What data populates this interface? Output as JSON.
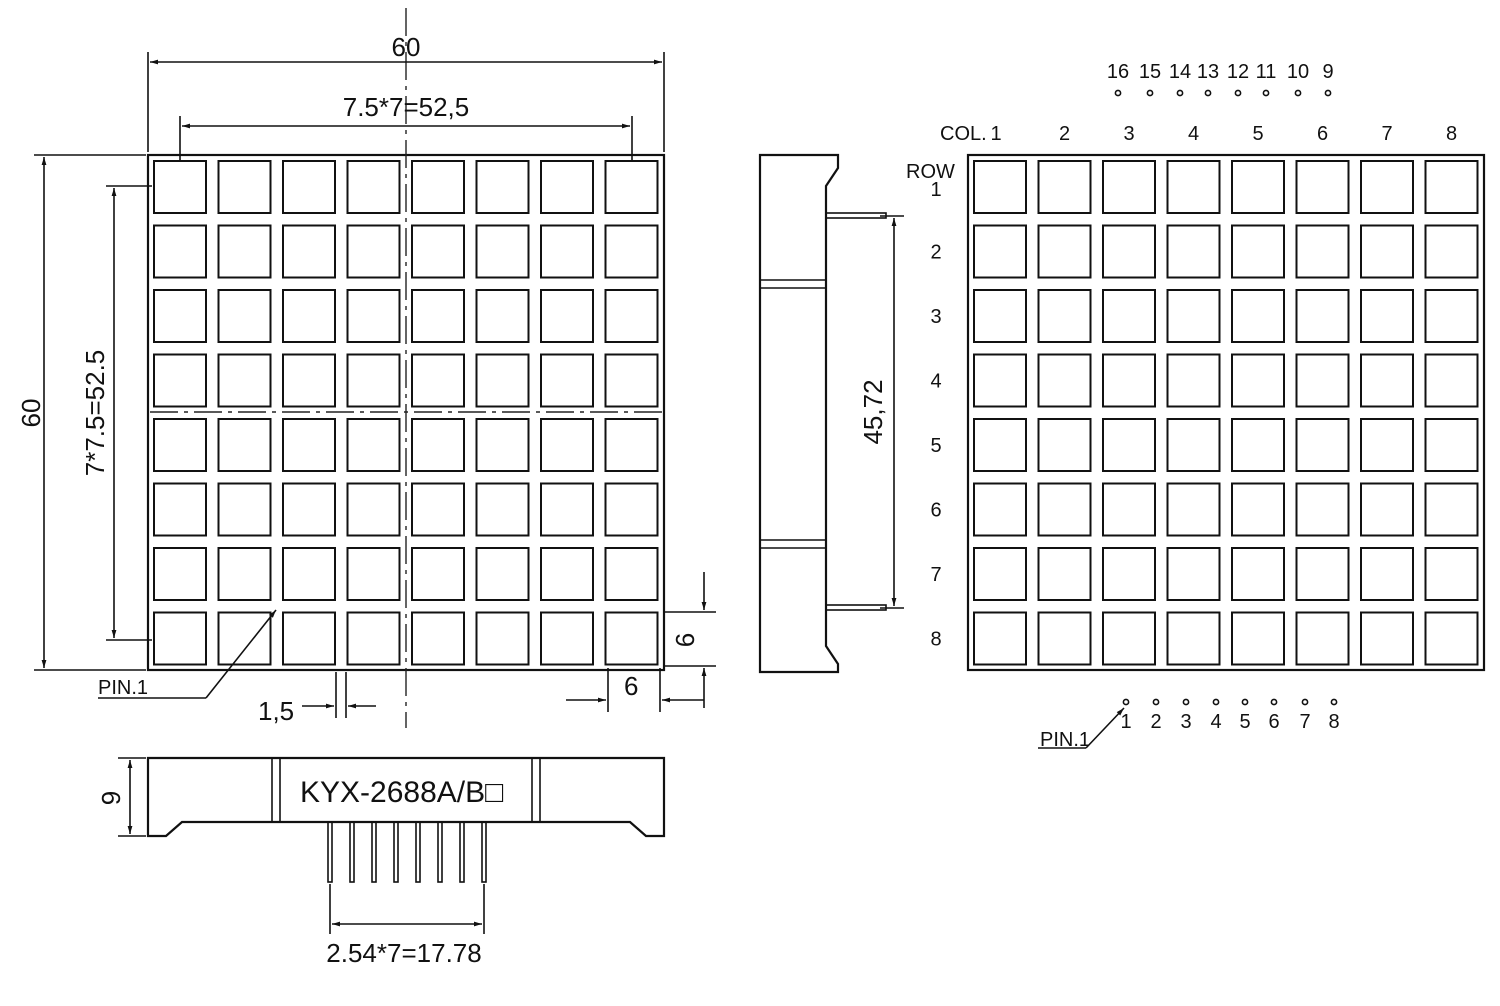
{
  "front_view": {
    "dim_width": "60",
    "dim_pitch_h": "7.5*7=52,5",
    "dim_height": "60",
    "dim_pitch_v": "7*7.5=52.5",
    "dim_gap": "1,5",
    "dim_cell_h": "6",
    "dim_cell_w": "6",
    "pin_label": "PIN.1"
  },
  "side_view": {
    "dim_pin_span": "45,72"
  },
  "bottom_view": {
    "part_number": "KYX-2688A/B□",
    "dim_height": "9",
    "dim_pin_pitch": "2.54*7=17.78"
  },
  "schematic_view": {
    "col_header": "COL.",
    "row_header": "ROW",
    "columns": [
      "1",
      "2",
      "3",
      "4",
      "5",
      "6",
      "7",
      "8"
    ],
    "rows": [
      "1",
      "2",
      "3",
      "4",
      "5",
      "6",
      "7",
      "8"
    ],
    "top_pins": [
      "16",
      "15",
      "14",
      "13",
      "12",
      "11",
      "10",
      "9"
    ],
    "bottom_pins": [
      "1",
      "2",
      "3",
      "4",
      "5",
      "6",
      "7",
      "8"
    ],
    "pin_label": "PIN.1"
  }
}
